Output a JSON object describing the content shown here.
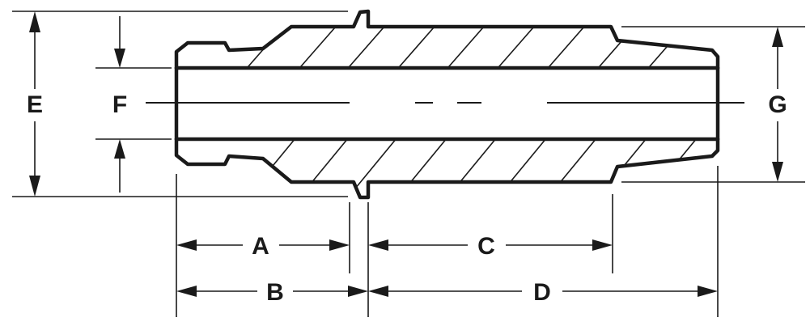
{
  "labels": {
    "a": "A",
    "b": "B",
    "c": "C",
    "d": "D",
    "e": "E",
    "f": "F",
    "g": "G"
  },
  "colors": {
    "ink": "#1a1a1a",
    "background": "#ffffff"
  }
}
